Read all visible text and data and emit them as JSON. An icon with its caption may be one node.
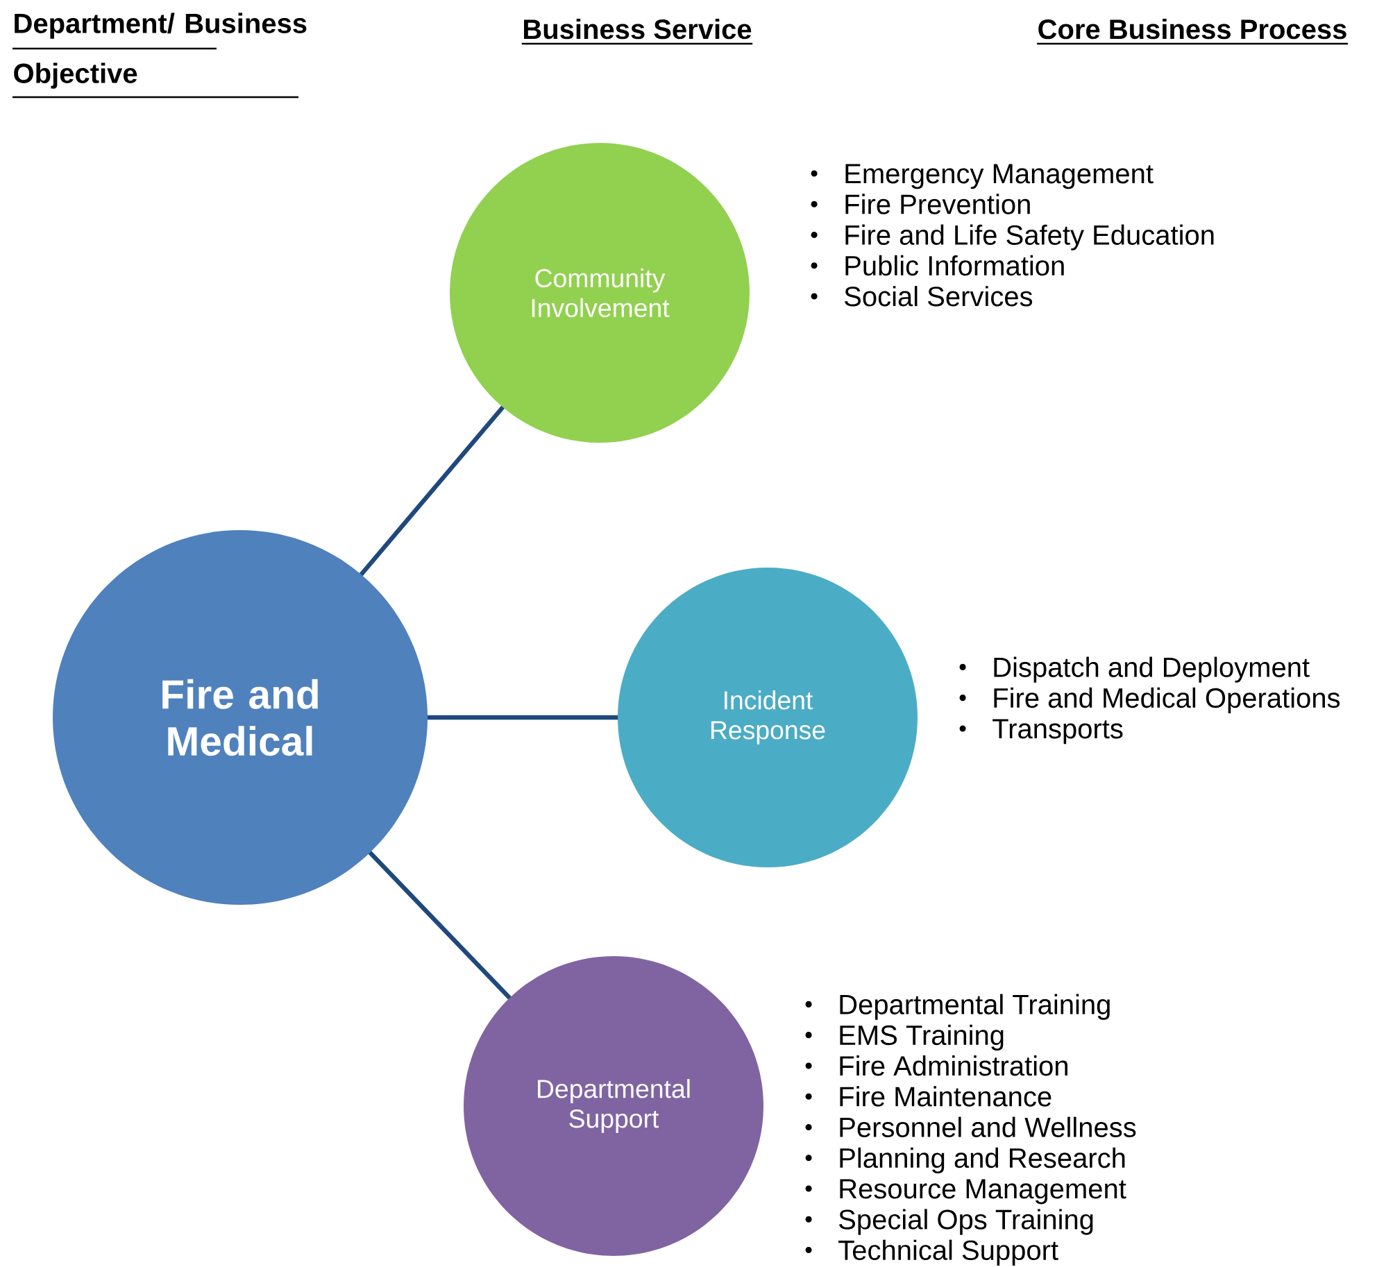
{
  "diagram": {
    "nodes": [
      {
        "text": [
          "Fire and Medical"
        ]
      },
      {
        "text": [
          "Community Involvement"
        ],
        "beside": [
          "Emergency Management",
          "Fire Prevention",
          "Fire and Life Safety Education",
          "Public Information",
          "Social Services"
        ]
      },
      {
        "text": [
          "Incident Response"
        ],
        "beside": [
          "Dispatch and Deployment",
          "Fire and Medical Operations",
          "Transports"
        ]
      },
      {
        "text": [
          "Departmental Support"
        ],
        "beside": [
          "Departmental Training",
          "EMS Training",
          "Fire Administration",
          "Fire Maintenance",
          "Personnel and Wellness",
          "Planning and Research",
          "Resource Management",
          "Special Ops Training",
          "Technical Support"
        ]
      }
    ],
    "edges": [
      {
        "from": 0,
        "to": 1,
        "arrow": "none"
      },
      {
        "from": 0,
        "to": 2,
        "arrow": "none"
      },
      {
        "from": 0,
        "to": 3,
        "arrow": "none"
      }
    ],
    "labels": [
      "Department/ Business Objective",
      "Business Service",
      "Core Business Process"
    ]
  }
}
